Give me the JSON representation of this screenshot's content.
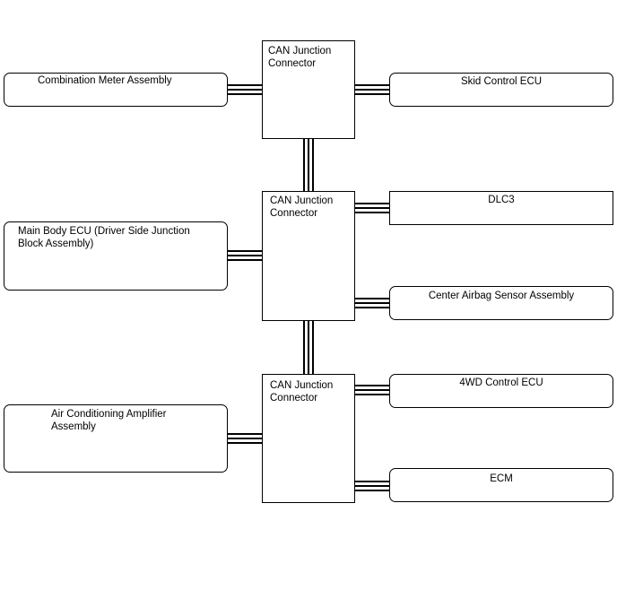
{
  "junction_connectors": [
    {
      "label": "CAN Junction\nConnector"
    },
    {
      "label": "CAN Junction\nConnector"
    },
    {
      "label": "CAN Junction\nConnector"
    }
  ],
  "left_ecus": [
    {
      "label": "Combination Meter Assembly"
    },
    {
      "label": "Main Body ECU (Driver Side Junction\nBlock Assembly)"
    },
    {
      "label": "Air Conditioning Amplifier\nAssembly"
    }
  ],
  "right_ecus": [
    {
      "label": "Skid Control ECU"
    },
    {
      "label": "DLC3"
    },
    {
      "label": "Center Airbag Sensor Assembly"
    },
    {
      "label": "4WD Control ECU"
    },
    {
      "label": "ECM"
    }
  ]
}
